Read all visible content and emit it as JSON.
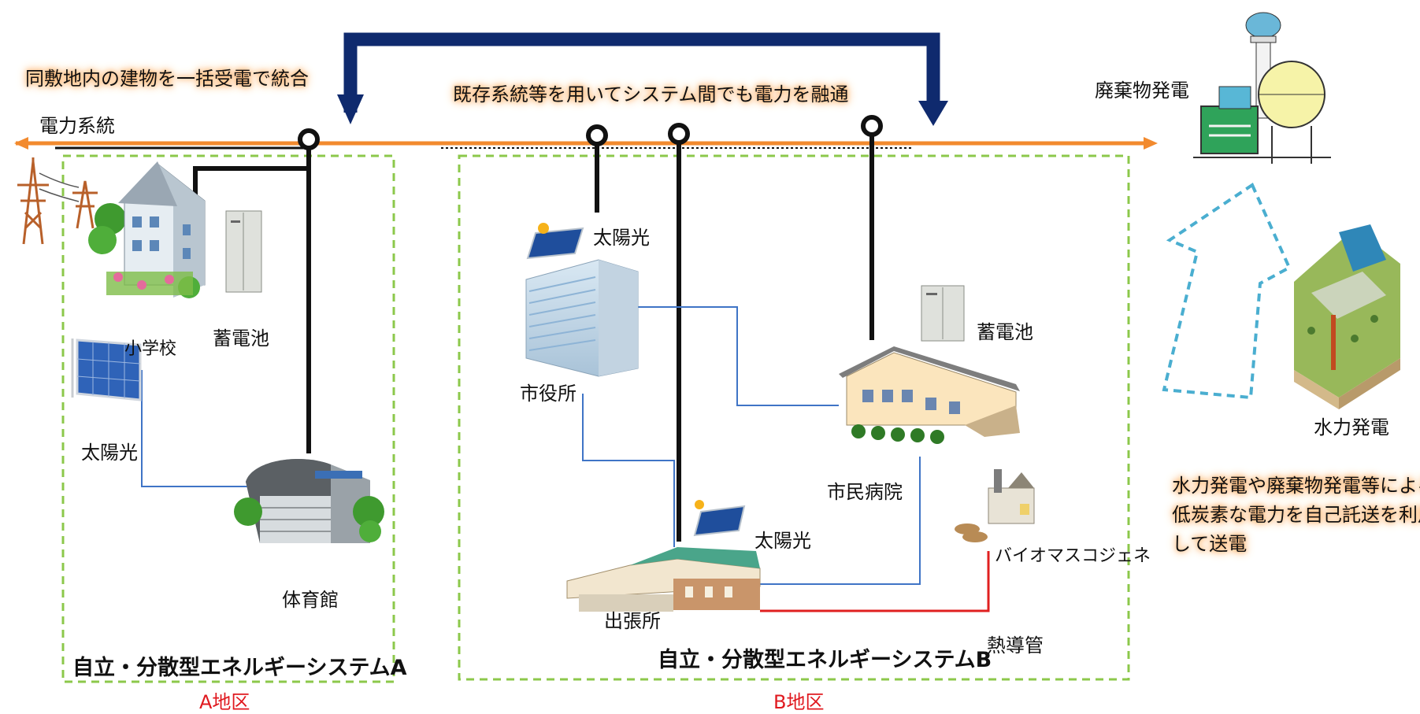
{
  "labels": {
    "integrate_note": "同敷地内の建物を一括受電で統合",
    "grid": "電力系統",
    "interchange_note": "既存系統等を用いてシステム間でも電力を融通",
    "waste_power": "廃棄物発電",
    "hydro_power": "水力発電",
    "transmission_note_1": "水力発電や廃棄物発電等による",
    "transmission_note_2": "低炭素な電力を自己託送を利用",
    "transmission_note_3": "して送電",
    "a_school": "小学校",
    "a_battery": "蓄電池",
    "a_solar": "太陽光",
    "a_gym": "体育館",
    "a_system": "自立・分散型エネルギーシステムA",
    "a_district": "A地区",
    "b_solar_cityhall": "太陽光",
    "b_cityhall": "市役所",
    "b_battery": "蓄電池",
    "b_hospital": "市民病院",
    "b_solar_branch": "太陽光",
    "b_branch": "出張所",
    "b_biomass": "バイオマスコジェネ",
    "b_heat_pipe": "熱導管",
    "b_system": "自立・分散型エネルギーシステムB",
    "b_district": "B地区"
  },
  "colors": {
    "grid_line": "#f28a2e",
    "arrow": "#0f2a6e",
    "area_border": "#8cc84b",
    "blue_link": "#3f74c6",
    "heat_pipe": "#e02020",
    "transmission_arrow": "#4aaed0",
    "district_text": "#e0191f"
  }
}
